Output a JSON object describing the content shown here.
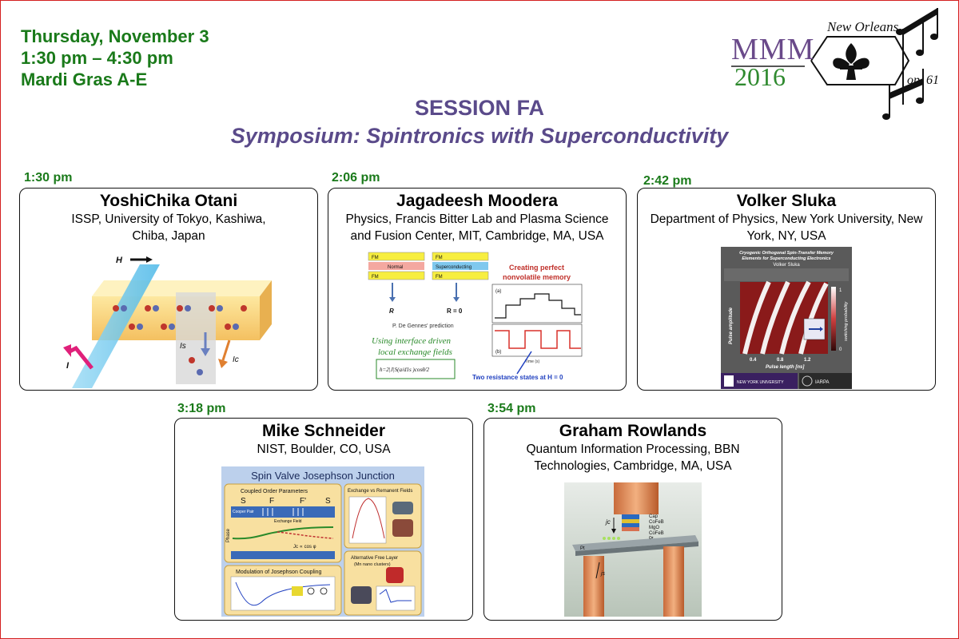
{
  "header": {
    "date": "Thursday, November 3",
    "time": "1:30 pm – 4:30 pm",
    "room": "Mardi Gras A-E"
  },
  "logo": {
    "acronym": "MMM",
    "year": "2016",
    "city": "New Orleans",
    "opus": "op. 61"
  },
  "session": {
    "title": "SESSION FA",
    "subtitle": "Symposium: Spintronics with Superconductivity"
  },
  "talks": [
    {
      "time": "1:30 pm",
      "speaker": "YoshiChika Otani",
      "affiliation": "ISSP, University of Tokyo, Kashiwa, Chiba, Japan"
    },
    {
      "time": "2:06 pm",
      "speaker": "Jagadeesh Moodera",
      "affiliation": "Physics, Francis Bitter Lab and Plasma Science and Fusion Center, MIT, Cambridge, MA, USA"
    },
    {
      "time": "2:42 pm",
      "speaker": "Volker Sluka",
      "affiliation": "Department of Physics, New York University, New York, NY, USA"
    },
    {
      "time": "3:18 pm",
      "speaker": "Mike Schneider",
      "affiliation": "NIST, Boulder, CO, USA"
    },
    {
      "time": "3:54 pm",
      "speaker": "Graham Rowlands",
      "affiliation": "Quantum Information Processing, BBN Technologies, Cambridge, MA, USA"
    }
  ],
  "figures": {
    "otani": {
      "h_label": "H",
      "i_label": "I",
      "is_label": "Is",
      "ic_label": "Ic"
    },
    "moodera": {
      "fm": "FM",
      "normal": "Normal",
      "superconducting": "Superconducting",
      "r": "R",
      "r_zero": "R = 0",
      "degennes": "P. De Gennes' prediction",
      "interface_1": "Using interface driven",
      "interface_2": "local exchange fields",
      "formula": "h=2|J|S(a/d1s )cosθ/2",
      "creating_1": "Creating perfect",
      "creating_2": "nonvolatile memory",
      "two_states": "Two resistance states at H = 0",
      "plot_a": "(a)",
      "plot_b": "(b)",
      "time_axis": "Time (s)"
    },
    "sluka": {
      "title_1": "Cryogenic Orthogonal Spin-Transfer Memory",
      "title_2": "Elements for Superconducting Electronics",
      "author": "Volker Sluka",
      "ylabel": "Pulse amplitude",
      "xlabel": "Pulse length [ns]",
      "colorbar": "switching probability",
      "ticks": [
        "0.4",
        "0.8",
        "1.2"
      ],
      "cb_top": "1",
      "cb_bottom": "0",
      "nyu": "NEW YORK UNIVERSITY",
      "iarpa": "IARPA"
    },
    "schneider": {
      "title": "Spin Valve Josephson Junction",
      "coupled": "Coupled Order Parameters",
      "layers": [
        "S",
        "F",
        "F'",
        "S"
      ],
      "exchange_remanent": "Exchange vs Remanent Fields",
      "modulation": "Modulation of Josephson Coupling",
      "alt_free": "Alternative Free Layer",
      "mn_nano": "(Mn nano clusters)",
      "phase": "Phase",
      "cooper": "Cooper Pair",
      "exchange_field": "Exchange Field",
      "jc_relation": "Jc ∝ cos φ"
    },
    "rowlands": {
      "layers": [
        "Cap",
        "CoFeB",
        "MgO",
        "CoFeB",
        "Pt"
      ],
      "jc": "jc",
      "js": "js",
      "pt": "Pt"
    }
  }
}
